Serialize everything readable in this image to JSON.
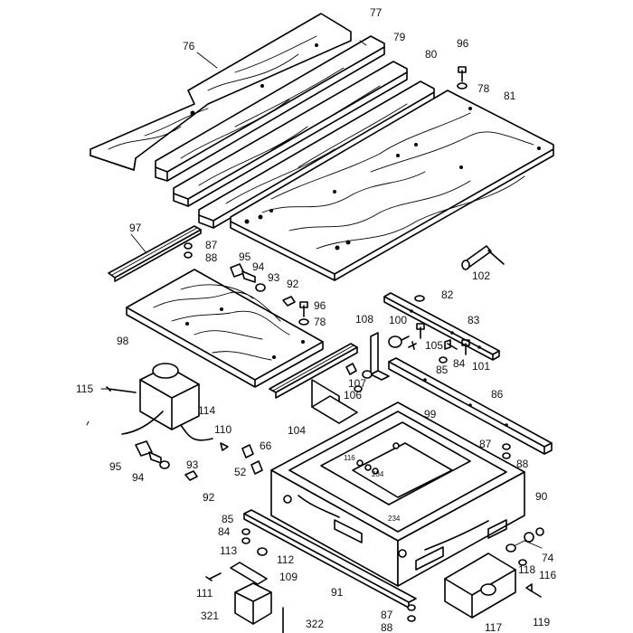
{
  "diagram": {
    "labels": [
      {
        "id": "l1",
        "text": "77"
      },
      {
        "id": "l2",
        "text": "76"
      },
      {
        "id": "l3",
        "text": "79"
      },
      {
        "id": "l4",
        "text": "80"
      },
      {
        "id": "l5",
        "text": "96"
      },
      {
        "id": "l6",
        "text": "78"
      },
      {
        "id": "l7",
        "text": "81"
      },
      {
        "id": "l8",
        "text": "97"
      },
      {
        "id": "l9",
        "text": "87"
      },
      {
        "id": "l10",
        "text": "88"
      },
      {
        "id": "l11",
        "text": "95"
      },
      {
        "id": "l12",
        "text": "94"
      },
      {
        "id": "l13",
        "text": "93"
      },
      {
        "id": "l14",
        "text": "92"
      },
      {
        "id": "l15",
        "text": "102"
      },
      {
        "id": "l16",
        "text": "82"
      },
      {
        "id": "l17",
        "text": "96"
      },
      {
        "id": "l18",
        "text": "78"
      },
      {
        "id": "l19",
        "text": "98"
      },
      {
        "id": "l20",
        "text": "108"
      },
      {
        "id": "l21",
        "text": "100"
      },
      {
        "id": "l22",
        "text": "83"
      },
      {
        "id": "l23",
        "text": "105"
      },
      {
        "id": "l24",
        "text": "85"
      },
      {
        "id": "l25",
        "text": "84"
      },
      {
        "id": "l26",
        "text": "101"
      },
      {
        "id": "l27",
        "text": "115"
      },
      {
        "id": "l28",
        "text": "107"
      },
      {
        "id": "l29",
        "text": "106"
      },
      {
        "id": "l30",
        "text": "86"
      },
      {
        "id": "l31",
        "text": "114"
      },
      {
        "id": "l32",
        "text": "99"
      },
      {
        "id": "l33",
        "text": "104"
      },
      {
        "id": "l34",
        "text": "110"
      },
      {
        "id": "l35",
        "text": "87"
      },
      {
        "id": "l36",
        "text": "88"
      },
      {
        "id": "l37",
        "text": "66"
      },
      {
        "id": "l38",
        "text": "95"
      },
      {
        "id": "l39",
        "text": "52"
      },
      {
        "id": "l40",
        "text": "93"
      },
      {
        "id": "l41",
        "text": "94"
      },
      {
        "id": "l42",
        "text": "116"
      },
      {
        "id": "l43",
        "text": "234"
      },
      {
        "id": "l44",
        "text": "92"
      },
      {
        "id": "l45",
        "text": "90"
      },
      {
        "id": "l46",
        "text": "85"
      },
      {
        "id": "l47",
        "text": "234"
      },
      {
        "id": "l48",
        "text": "84"
      },
      {
        "id": "l49",
        "text": "113"
      },
      {
        "id": "l50",
        "text": "112"
      },
      {
        "id": "l51",
        "text": "74"
      },
      {
        "id": "l52",
        "text": "109"
      },
      {
        "id": "l53",
        "text": "118"
      },
      {
        "id": "l54",
        "text": "116"
      },
      {
        "id": "l55",
        "text": "111"
      },
      {
        "id": "l56",
        "text": "91"
      },
      {
        "id": "l57",
        "text": "321"
      },
      {
        "id": "l58",
        "text": "87"
      },
      {
        "id": "l59",
        "text": "322"
      },
      {
        "id": "l60",
        "text": "88"
      },
      {
        "id": "l61",
        "text": "117"
      },
      {
        "id": "l62",
        "text": "119"
      }
    ]
  }
}
